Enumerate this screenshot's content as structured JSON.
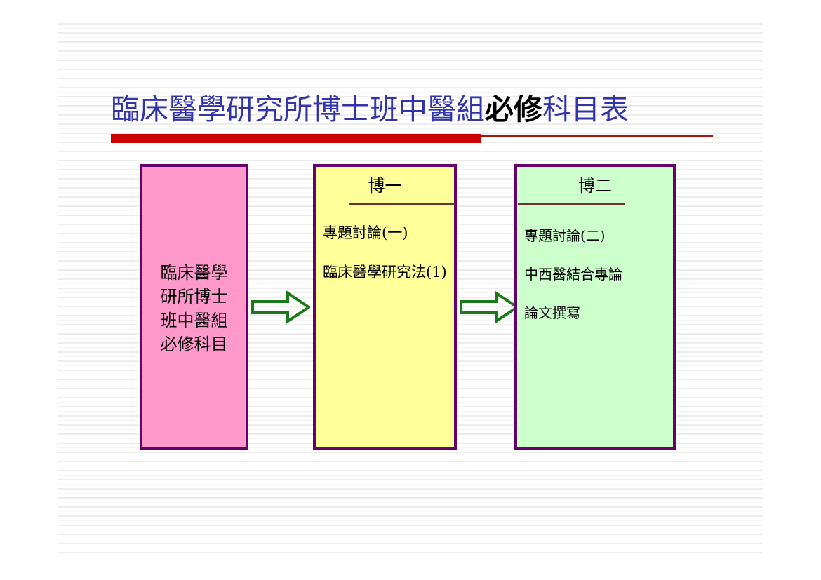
{
  "slide": {
    "title_blue_prefix": "臨床醫學研究所博士班中醫組",
    "title_emphasis": "必修",
    "title_blue_suffix": "科目表",
    "title_full": "臨床醫學研究所博士班中醫組必修科目表",
    "title_color": "#3333aa",
    "title_emphasis_color": "#000000",
    "rule_color_thick": "#cc0000",
    "rule_color_thin": "#9e1b10"
  },
  "source_box": {
    "fill": "#ff99cc",
    "border": "#66006b",
    "lines": [
      "臨床醫學",
      "研所博士",
      "班中醫組",
      "必修科目"
    ]
  },
  "columns": [
    {
      "key": "year1",
      "header": "博一",
      "fill": "#ffff99",
      "border": "#66006b",
      "rule_color": "#6b3333",
      "courses": [
        "專題討論(一)",
        "臨床醫學研究法(1)"
      ]
    },
    {
      "key": "year2",
      "header": "博二",
      "fill": "#ccffcc",
      "border": "#66006b",
      "rule_color": "#6b3333",
      "courses": [
        "專題討論(二)",
        "中西醫結合專論",
        "論文撰寫"
      ]
    }
  ],
  "arrows": [
    {
      "key": "arrow-source-to-year1",
      "color": "#1a7a1a",
      "direction": "right"
    },
    {
      "key": "arrow-year1-to-year2",
      "color": "#1a7a1a",
      "direction": "right"
    }
  ]
}
